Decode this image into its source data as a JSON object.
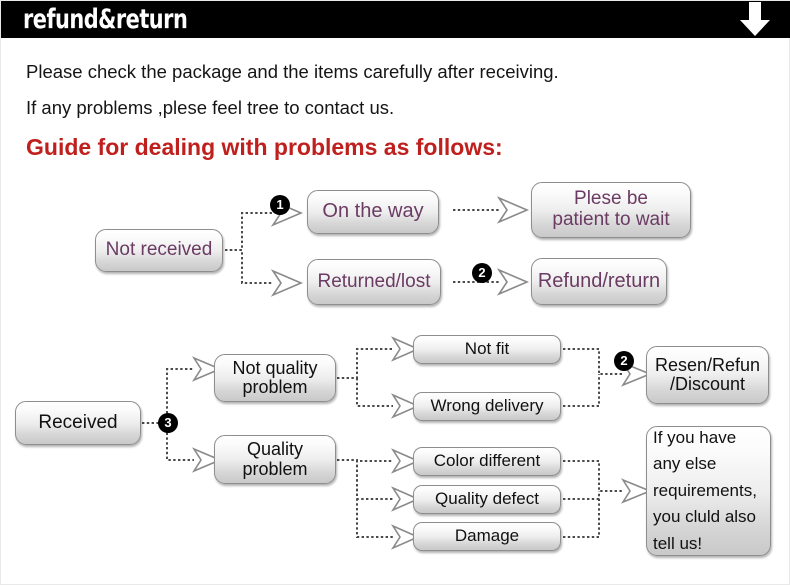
{
  "header": {
    "title": "refund&return",
    "arrow_icon": "down-arrow-icon"
  },
  "intro": {
    "line1": "Please check the package and the items carefully after receiving.",
    "line2": "If any problems ,plese feel tree to contact us.",
    "guide_heading": "Guide for dealing with problems as follows:"
  },
  "colors": {
    "header_bg": "#000000",
    "heading_red": "#c0201d",
    "node_text_purple": "#6b3b63",
    "node_text_black": "#111111",
    "node_border": "#8e8e8e"
  },
  "flow_not_received": {
    "source": "Not received",
    "branches": [
      {
        "label": "On the way",
        "badge": "1",
        "result": "Plese be\npatient to wait",
        "result_line1": "Plese be",
        "result_line2": "patient to wait"
      },
      {
        "label": "Returned/lost",
        "badge": "2",
        "result": "Refund/return"
      }
    ]
  },
  "flow_received": {
    "source": "Received",
    "badge": "3",
    "categories": [
      {
        "label_line1": "Not quality",
        "label_line2": "problem",
        "issues": [
          "Not fit",
          "Wrong delivery"
        ]
      },
      {
        "label_line1": "Quality",
        "label_line2": "problem",
        "issues": [
          "Color different",
          "Quality defect",
          "Damage"
        ]
      }
    ],
    "issues": {
      "not_fit": "Not fit",
      "wrong_delivery": "Wrong delivery",
      "color_different": "Color different",
      "quality_defect": "Quality defect",
      "damage": "Damage"
    },
    "outcomes": {
      "badge": "2",
      "resend_line1": "Resen/Refun",
      "resend_line2": "/Discount",
      "note_line1": "If you have",
      "note_line2": "any else",
      "note_line3": "requirements,",
      "note_line4": "you cluld also",
      "note_line5": "tell us!"
    }
  }
}
